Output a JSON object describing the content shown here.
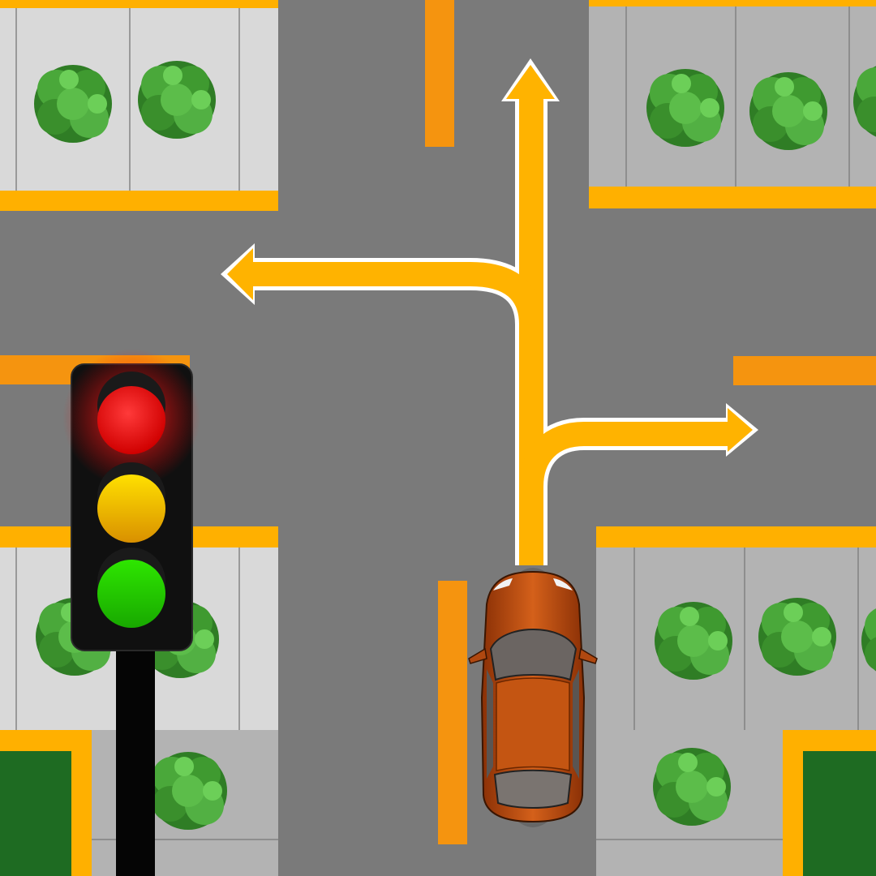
{
  "scene": {
    "road_color": "#7a7a7a",
    "sidewalk_color": "#b3b3b3",
    "sidewalk_light_color": "#d9d9d9",
    "grass_color": "#1e6b22",
    "curb_color": "#ffb000",
    "lane_marking_color": "#f5940f",
    "arrow_color": "#ffb300",
    "arrow_outline_color": "#ffffff",
    "car_body_color": "#c2510f",
    "tree_color": "#3e9a2e"
  },
  "traffic_light": {
    "active": "red",
    "lights": [
      {
        "name": "red",
        "color": "#ff0000",
        "lit": true
      },
      {
        "name": "yellow",
        "color": "#f4d000",
        "lit": false
      },
      {
        "name": "green",
        "color": "#22cc00",
        "lit": false
      }
    ]
  },
  "arrows": [
    {
      "direction": "straight"
    },
    {
      "direction": "left"
    },
    {
      "direction": "right"
    }
  ],
  "vehicle": {
    "type": "car",
    "heading": "north"
  }
}
